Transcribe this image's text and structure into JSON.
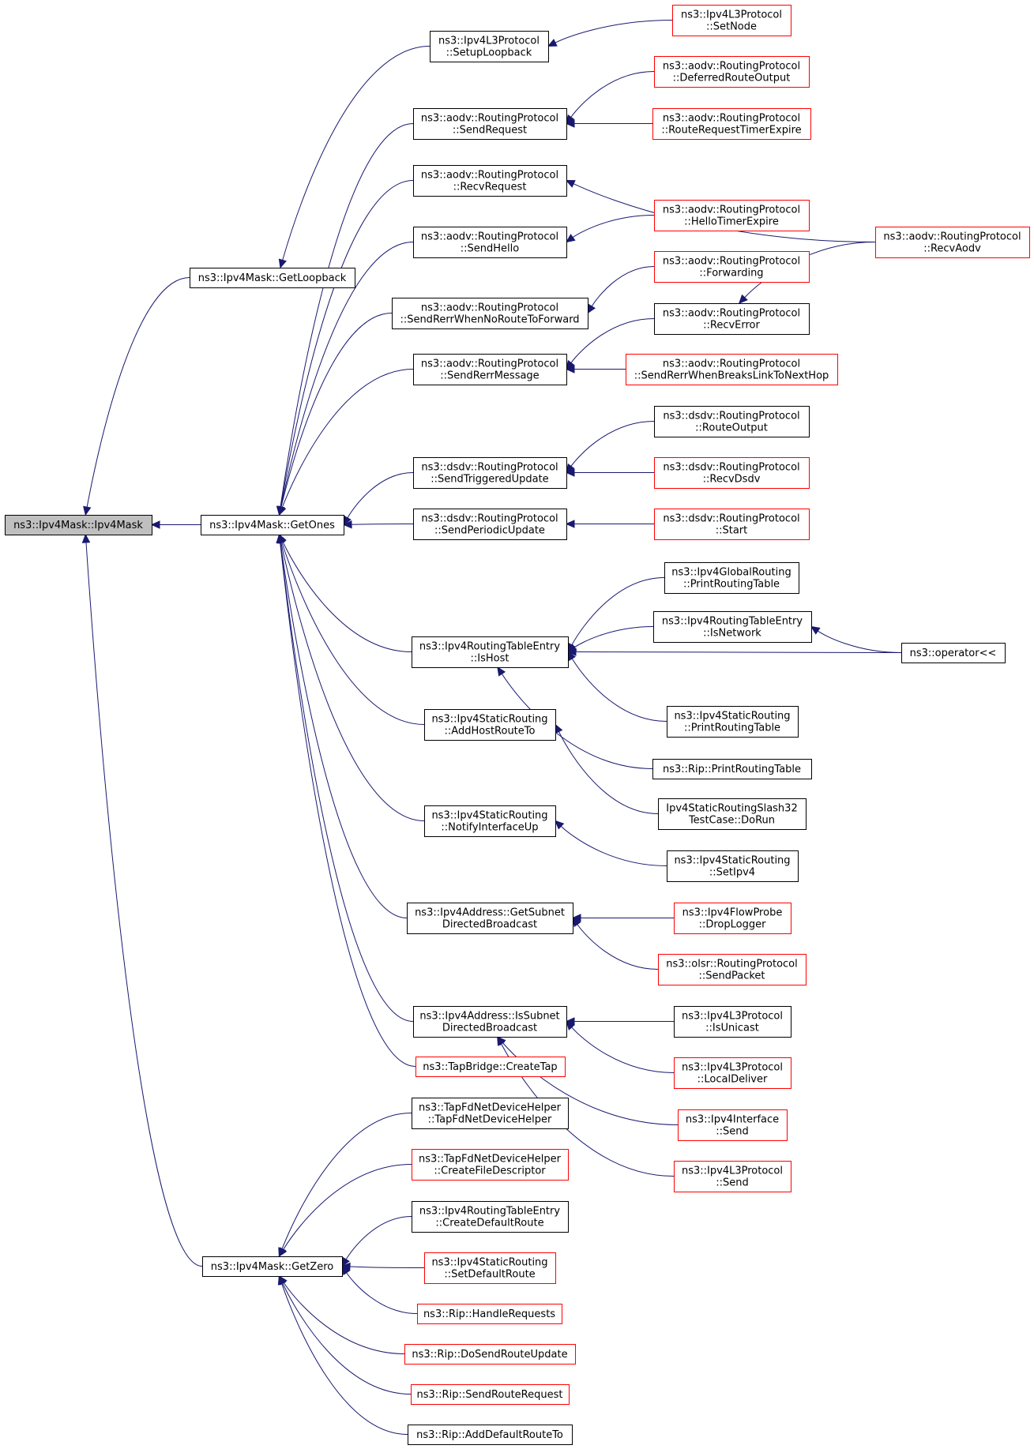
{
  "colors": {
    "edge": "#191970",
    "box_default": "#000000",
    "box_truncated": "#ff0000",
    "box_focus_fill": "#bfbfbf",
    "box_fill": "#ffffff"
  },
  "nodes": [
    {
      "id": "root",
      "lines": [
        "ns3::Ipv4Mask::Ipv4Mask"
      ],
      "style": "focus"
    },
    {
      "id": "getLoopback",
      "lines": [
        "ns3::Ipv4Mask::GetLoopback"
      ],
      "style": "normal"
    },
    {
      "id": "getOnes",
      "lines": [
        "ns3::Ipv4Mask::GetOnes"
      ],
      "style": "normal"
    },
    {
      "id": "getZero",
      "lines": [
        "ns3::Ipv4Mask::GetZero"
      ],
      "style": "normal"
    },
    {
      "id": "setupLoopback",
      "lines": [
        "ns3::Ipv4L3Protocol",
        "::SetupLoopback"
      ],
      "style": "normal"
    },
    {
      "id": "setNode",
      "lines": [
        "ns3::Ipv4L3Protocol",
        "::SetNode"
      ],
      "style": "truncated"
    },
    {
      "id": "sendRequest",
      "lines": [
        "ns3::aodv::RoutingProtocol",
        "::SendRequest"
      ],
      "style": "normal"
    },
    {
      "id": "deferredRouteOutput",
      "lines": [
        "ns3::aodv::RoutingProtocol",
        "::DeferredRouteOutput"
      ],
      "style": "truncated"
    },
    {
      "id": "routeRequestTimerExpire",
      "lines": [
        "ns3::aodv::RoutingProtocol",
        "::RouteRequestTimerExpire"
      ],
      "style": "truncated"
    },
    {
      "id": "recvRequest",
      "lines": [
        "ns3::aodv::RoutingProtocol",
        "::RecvRequest"
      ],
      "style": "normal"
    },
    {
      "id": "recvAodv",
      "lines": [
        "ns3::aodv::RoutingProtocol",
        "::RecvAodv"
      ],
      "style": "truncated"
    },
    {
      "id": "sendHello",
      "lines": [
        "ns3::aodv::RoutingProtocol",
        "::SendHello"
      ],
      "style": "normal"
    },
    {
      "id": "helloTimerExpire",
      "lines": [
        "ns3::aodv::RoutingProtocol",
        "::HelloTimerExpire"
      ],
      "style": "truncated"
    },
    {
      "id": "sendRerrNoRoute",
      "lines": [
        "ns3::aodv::RoutingProtocol",
        "::SendRerrWhenNoRouteToForward"
      ],
      "style": "normal"
    },
    {
      "id": "forwarding",
      "lines": [
        "ns3::aodv::RoutingProtocol",
        "::Forwarding"
      ],
      "style": "truncated"
    },
    {
      "id": "sendRerrMessage",
      "lines": [
        "ns3::aodv::RoutingProtocol",
        "::SendRerrMessage"
      ],
      "style": "normal"
    },
    {
      "id": "recvError",
      "lines": [
        "ns3::aodv::RoutingProtocol",
        "::RecvError"
      ],
      "style": "normal"
    },
    {
      "id": "sendRerrBreaks",
      "lines": [
        "ns3::aodv::RoutingProtocol",
        "::SendRerrWhenBreaksLinkToNextHop"
      ],
      "style": "truncated"
    },
    {
      "id": "sendTriggeredUpdate",
      "lines": [
        "ns3::dsdv::RoutingProtocol",
        "::SendTriggeredUpdate"
      ],
      "style": "normal"
    },
    {
      "id": "routeOutput",
      "lines": [
        "ns3::dsdv::RoutingProtocol",
        "::RouteOutput"
      ],
      "style": "normal"
    },
    {
      "id": "recvDsdv",
      "lines": [
        "ns3::dsdv::RoutingProtocol",
        "::RecvDsdv"
      ],
      "style": "truncated"
    },
    {
      "id": "sendPeriodicUpdate",
      "lines": [
        "ns3::dsdv::RoutingProtocol",
        "::SendPeriodicUpdate"
      ],
      "style": "normal"
    },
    {
      "id": "dsdvStart",
      "lines": [
        "ns3::dsdv::RoutingProtocol",
        "::Start"
      ],
      "style": "truncated"
    },
    {
      "id": "isHost",
      "lines": [
        "ns3::Ipv4RoutingTableEntry",
        "::IsHost"
      ],
      "style": "normal"
    },
    {
      "id": "globalPrint",
      "lines": [
        "ns3::Ipv4GlobalRouting",
        "::PrintRoutingTable"
      ],
      "style": "normal"
    },
    {
      "id": "isNetwork",
      "lines": [
        "ns3::Ipv4RoutingTableEntry",
        "::IsNetwork"
      ],
      "style": "normal"
    },
    {
      "id": "operatorOut",
      "lines": [
        "ns3::operator<<"
      ],
      "style": "normal"
    },
    {
      "id": "staticPrint",
      "lines": [
        "ns3::Ipv4StaticRouting",
        "::PrintRoutingTable"
      ],
      "style": "normal"
    },
    {
      "id": "ripPrint",
      "lines": [
        "ns3::Rip::PrintRoutingTable"
      ],
      "style": "normal"
    },
    {
      "id": "addHostRouteTo",
      "lines": [
        "ns3::Ipv4StaticRouting",
        "::AddHostRouteTo"
      ],
      "style": "normal"
    },
    {
      "id": "slash32DoRun",
      "lines": [
        "Ipv4StaticRoutingSlash32",
        "TestCase::DoRun"
      ],
      "style": "normal"
    },
    {
      "id": "notifyInterfaceUp",
      "lines": [
        "ns3::Ipv4StaticRouting",
        "::NotifyInterfaceUp"
      ],
      "style": "normal"
    },
    {
      "id": "setIpv4",
      "lines": [
        "ns3::Ipv4StaticRouting",
        "::SetIpv4"
      ],
      "style": "normal"
    },
    {
      "id": "getSubnetDB",
      "lines": [
        "ns3::Ipv4Address::GetSubnet",
        "DirectedBroadcast"
      ],
      "style": "normal"
    },
    {
      "id": "dropLogger",
      "lines": [
        "ns3::Ipv4FlowProbe",
        "::DropLogger"
      ],
      "style": "truncated"
    },
    {
      "id": "olsrSendPacket",
      "lines": [
        "ns3::olsr::RoutingProtocol",
        "::SendPacket"
      ],
      "style": "truncated"
    },
    {
      "id": "isSubnetDB",
      "lines": [
        "ns3::Ipv4Address::IsSubnet",
        "DirectedBroadcast"
      ],
      "style": "normal"
    },
    {
      "id": "isUnicast",
      "lines": [
        "ns3::Ipv4L3Protocol",
        "::IsUnicast"
      ],
      "style": "normal"
    },
    {
      "id": "localDeliver",
      "lines": [
        "ns3::Ipv4L3Protocol",
        "::LocalDeliver"
      ],
      "style": "truncated"
    },
    {
      "id": "ifaceSend",
      "lines": [
        "ns3::Ipv4Interface",
        "::Send"
      ],
      "style": "truncated"
    },
    {
      "id": "l3Send",
      "lines": [
        "ns3::Ipv4L3Protocol",
        "::Send"
      ],
      "style": "truncated"
    },
    {
      "id": "createTap",
      "lines": [
        "ns3::TapBridge::CreateTap"
      ],
      "style": "truncated"
    },
    {
      "id": "tapFdCtor",
      "lines": [
        "ns3::TapFdNetDeviceHelper",
        "::TapFdNetDeviceHelper"
      ],
      "style": "normal"
    },
    {
      "id": "createFileDescriptor",
      "lines": [
        "ns3::TapFdNetDeviceHelper",
        "::CreateFileDescriptor"
      ],
      "style": "truncated"
    },
    {
      "id": "createDefaultRoute",
      "lines": [
        "ns3::Ipv4RoutingTableEntry",
        "::CreateDefaultRoute"
      ],
      "style": "normal"
    },
    {
      "id": "setDefaultRoute",
      "lines": [
        "ns3::Ipv4StaticRouting",
        "::SetDefaultRoute"
      ],
      "style": "truncated"
    },
    {
      "id": "handleRequests",
      "lines": [
        "ns3::Rip::HandleRequests"
      ],
      "style": "truncated"
    },
    {
      "id": "doSendRouteUpdate",
      "lines": [
        "ns3::Rip::DoSendRouteUpdate"
      ],
      "style": "truncated"
    },
    {
      "id": "sendRouteRequest",
      "lines": [
        "ns3::Rip::SendRouteRequest"
      ],
      "style": "truncated"
    },
    {
      "id": "addDefaultRouteTo",
      "lines": [
        "ns3::Rip::AddDefaultRouteTo"
      ],
      "style": "normal"
    }
  ],
  "edges": [
    [
      "root",
      "getLoopback"
    ],
    [
      "root",
      "getOnes"
    ],
    [
      "root",
      "getZero"
    ],
    [
      "getLoopback",
      "setupLoopback"
    ],
    [
      "setupLoopback",
      "setNode"
    ],
    [
      "getOnes",
      "sendRequest"
    ],
    [
      "getOnes",
      "recvRequest"
    ],
    [
      "getOnes",
      "sendHello"
    ],
    [
      "getOnes",
      "sendRerrNoRoute"
    ],
    [
      "getOnes",
      "sendRerrMessage"
    ],
    [
      "getOnes",
      "sendTriggeredUpdate"
    ],
    [
      "getOnes",
      "sendPeriodicUpdate"
    ],
    [
      "getOnes",
      "isHost"
    ],
    [
      "getOnes",
      "addHostRouteTo"
    ],
    [
      "getOnes",
      "notifyInterfaceUp"
    ],
    [
      "getOnes",
      "getSubnetDB"
    ],
    [
      "getOnes",
      "isSubnetDB"
    ],
    [
      "getOnes",
      "createTap"
    ],
    [
      "sendRequest",
      "deferredRouteOutput"
    ],
    [
      "sendRequest",
      "routeRequestTimerExpire"
    ],
    [
      "recvRequest",
      "recvAodv"
    ],
    [
      "sendHello",
      "helloTimerExpire"
    ],
    [
      "sendRerrNoRoute",
      "forwarding"
    ],
    [
      "sendRerrMessage",
      "recvError"
    ],
    [
      "sendRerrMessage",
      "sendRerrBreaks"
    ],
    [
      "recvError",
      "recvAodv"
    ],
    [
      "sendTriggeredUpdate",
      "routeOutput"
    ],
    [
      "sendTriggeredUpdate",
      "recvDsdv"
    ],
    [
      "sendPeriodicUpdate",
      "dsdvStart"
    ],
    [
      "isHost",
      "globalPrint"
    ],
    [
      "isHost",
      "isNetwork"
    ],
    [
      "isHost",
      "operatorOut"
    ],
    [
      "isHost",
      "staticPrint"
    ],
    [
      "isHost",
      "ripPrint"
    ],
    [
      "isNetwork",
      "operatorOut"
    ],
    [
      "addHostRouteTo",
      "slash32DoRun"
    ],
    [
      "notifyInterfaceUp",
      "setIpv4"
    ],
    [
      "getSubnetDB",
      "dropLogger"
    ],
    [
      "getSubnetDB",
      "olsrSendPacket"
    ],
    [
      "isSubnetDB",
      "isUnicast"
    ],
    [
      "isSubnetDB",
      "localDeliver"
    ],
    [
      "isSubnetDB",
      "ifaceSend"
    ],
    [
      "isSubnetDB",
      "l3Send"
    ],
    [
      "getZero",
      "tapFdCtor"
    ],
    [
      "getZero",
      "createFileDescriptor"
    ],
    [
      "getZero",
      "createDefaultRoute"
    ],
    [
      "getZero",
      "setDefaultRoute"
    ],
    [
      "getZero",
      "handleRequests"
    ],
    [
      "getZero",
      "doSendRouteUpdate"
    ],
    [
      "getZero",
      "sendRouteRequest"
    ],
    [
      "getZero",
      "addDefaultRouteTo"
    ]
  ]
}
